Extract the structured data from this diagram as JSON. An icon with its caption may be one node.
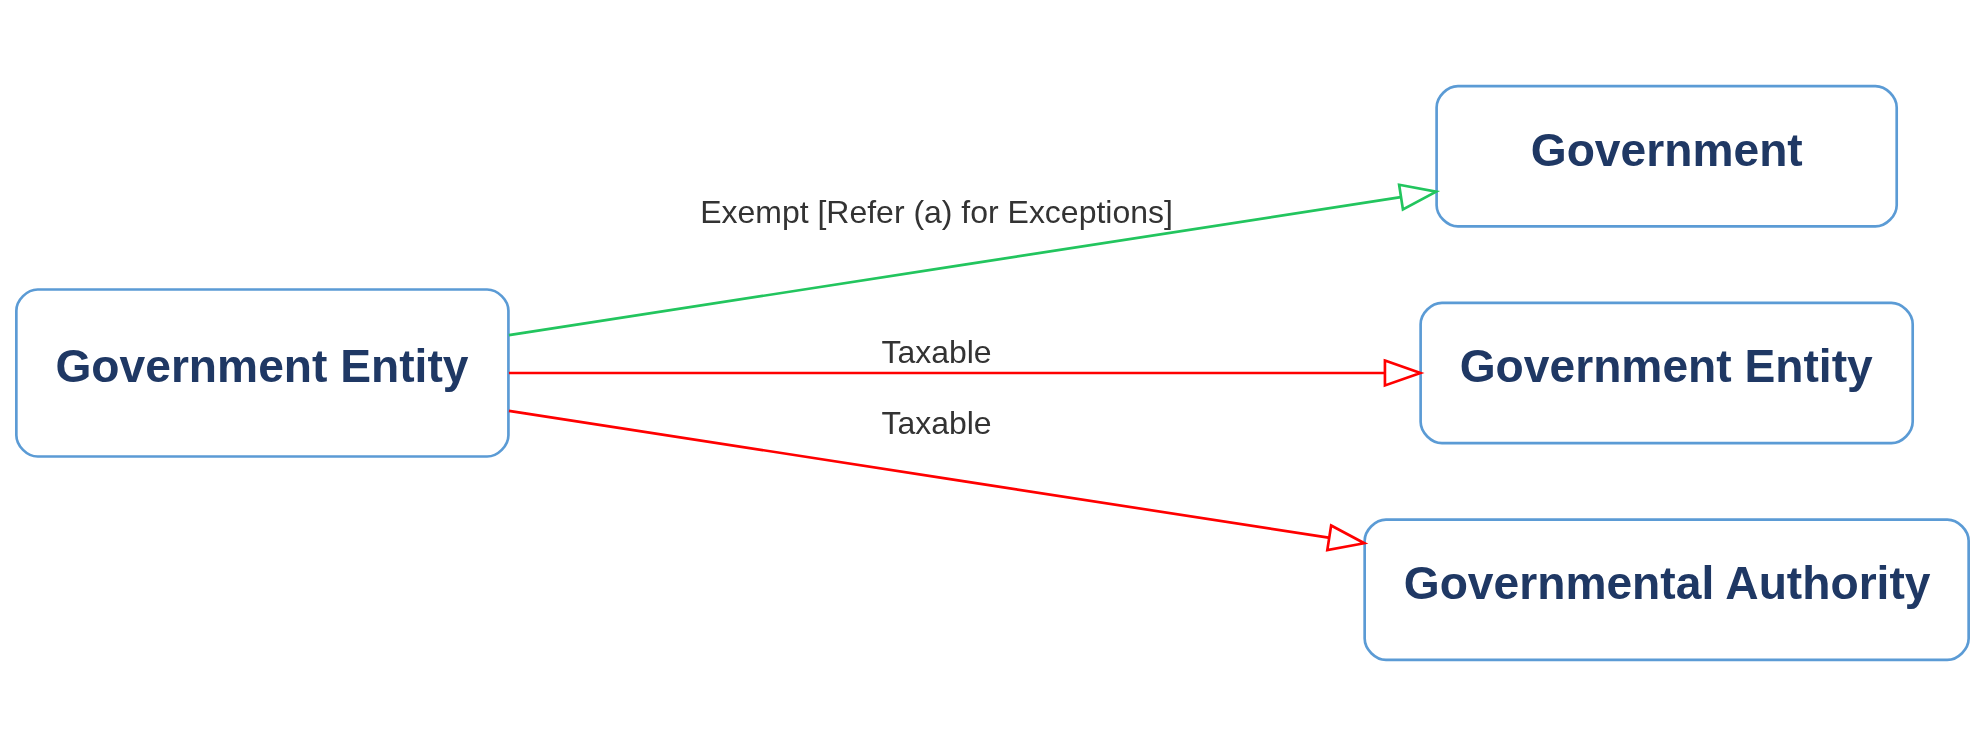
{
  "diagram": {
    "nodes": [
      {
        "text": [
          "Government Entity"
        ]
      },
      {
        "text": [
          "Government"
        ]
      },
      {
        "text": [
          "Government Entity"
        ]
      },
      {
        "text": [
          "Governmental Authority"
        ]
      }
    ],
    "edges": [
      {
        "from": 0,
        "to": 1,
        "arrow": "to",
        "label": "Exempt [Refer (a) for Exceptions]",
        "color": "#22c55e"
      },
      {
        "from": 0,
        "to": 2,
        "arrow": "to",
        "label": "Taxable"
      },
      {
        "from": 0,
        "to": 3,
        "arrow": "to",
        "label": "Taxable"
      }
    ]
  }
}
